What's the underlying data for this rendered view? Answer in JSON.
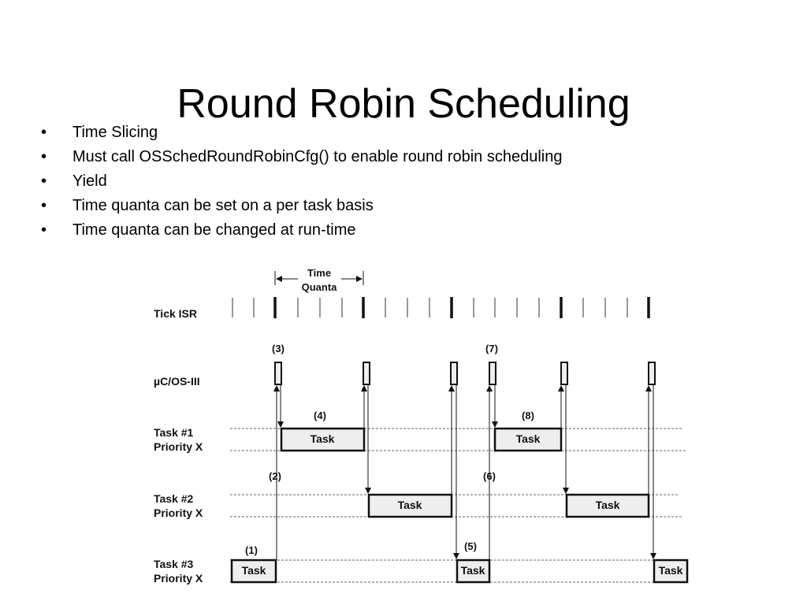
{
  "title": "Round Robin Scheduling",
  "bullets": [
    "Time Slicing",
    "Must call OSSchedRoundRobinCfg() to enable round robin scheduling",
    "Yield",
    "Time quanta can be set on a per task basis",
    "Time quanta can be changed at run-time"
  ],
  "diagram": {
    "quantum_label_1": "Time",
    "quantum_label_2": "Quanta",
    "lanes": {
      "tick": "Tick ISR",
      "os": "µC/OS-III",
      "task1_name": "Task #1",
      "task1_priority": "Priority X",
      "task2_name": "Task #2",
      "task2_priority": "Priority X",
      "task3_name": "Task #3",
      "task3_priority": "Priority X"
    },
    "task_label": "Task",
    "markers": [
      "(1)",
      "(2)",
      "(3)",
      "(4)",
      "(5)",
      "(6)",
      "(7)",
      "(8)"
    ]
  }
}
